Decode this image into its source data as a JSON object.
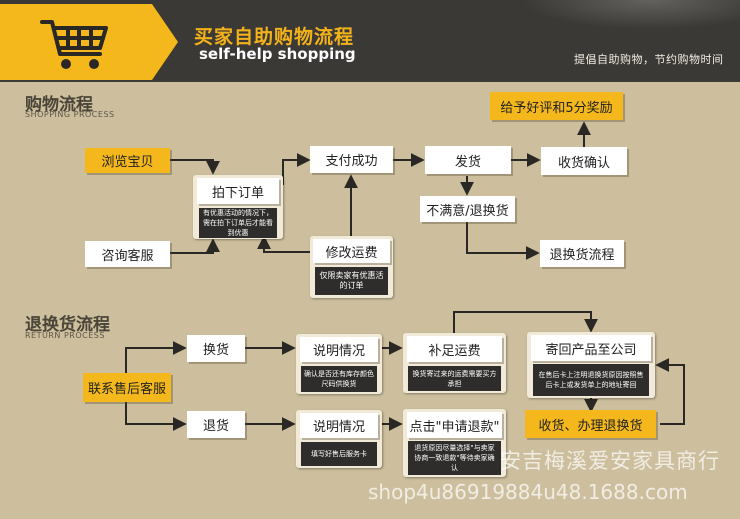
{
  "header": {
    "title_cn": "买家自助购物流程",
    "title_en": "self-help shopping",
    "slogan": "提倡自助购物，节约购物时间",
    "icon": "shopping-cart-icon"
  },
  "shopping": {
    "title_cn": "购物流程",
    "title_en": "SHOPPING PROCESS",
    "browse": "浏览宝贝",
    "consult": "咨询客服",
    "order": "拍下订单",
    "order_note": "有优惠活动的情况下，需在拍下订单后才能看到优惠",
    "pay": "支付成功",
    "ship": "发货",
    "confirm": "收货确认",
    "reward": "给予好评和5分奖励",
    "unsatisfied": "不满意/退换货",
    "exchange_flow": "退换货流程",
    "modify_freight": "修改运费",
    "modify_note": "仅限卖家有优惠活的订单"
  },
  "returns": {
    "title_cn": "退换货流程",
    "title_en": "RETURN PROCESS",
    "contact": "联系售后客服",
    "exchange": "换货",
    "refund": "退货",
    "explain_1": "说明情况",
    "explain_1_note": "确认是否还有库存颜色尺码供换货",
    "explain_2": "说明情况",
    "explain_2_note": "填写好售后服务卡",
    "pay_freight": "补足运费",
    "pay_freight_note": "换货寄过来的运费需要买方承担",
    "apply_refund": "点击\"申请退款\"",
    "apply_refund_note": "退货原因尽量选择\"与卖家协商一致退款\"等待卖家确认",
    "send_back": "寄回产品至公司",
    "send_back_note": "在售后卡上注明退换货原因按照售后卡上或发货单上的地址寄回",
    "receive": "收货、办理退换货"
  },
  "watermark": {
    "line1": "安吉梅溪爱安家具商行",
    "line2": "shop4u86919884u48.1688.com"
  }
}
